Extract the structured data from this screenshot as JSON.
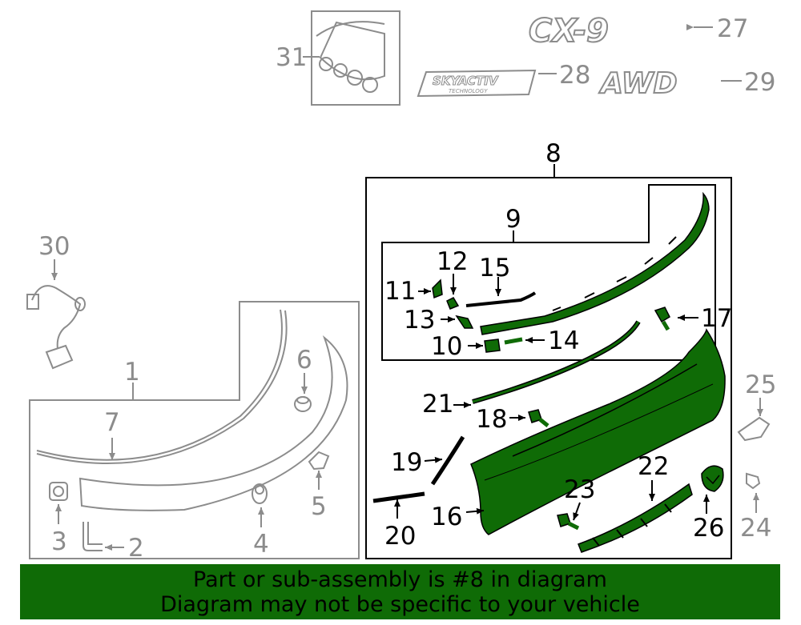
{
  "labels": {
    "n1": "1",
    "n2": "2",
    "n3": "3",
    "n4": "4",
    "n5": "5",
    "n6": "6",
    "n7": "7",
    "n8": "8",
    "n9": "9",
    "n10": "10",
    "n11": "11",
    "n12": "12",
    "n13": "13",
    "n14": "14",
    "n15": "15",
    "n16": "16",
    "n17": "17",
    "n18": "18",
    "n19": "19",
    "n20": "20",
    "n21": "21",
    "n22": "22",
    "n23": "23",
    "n24": "24",
    "n25": "25",
    "n26": "26",
    "n27": "27",
    "n28": "28",
    "n29": "29",
    "n30": "30",
    "n31": "31"
  },
  "emblems": {
    "cx9": "CX-9",
    "skyactiv": "SKYACTIV",
    "skyactiv_sub": "TECHNOLOGY",
    "awd": "AWD"
  },
  "banner": {
    "line1": "Part or sub-assembly is #8 in diagram",
    "line2": "Diagram may not be specific to your vehicle"
  },
  "colors": {
    "highlight": "#0f6b06",
    "greyed_part": "#8c8c8c",
    "banner_bg": "#0f6b06"
  }
}
